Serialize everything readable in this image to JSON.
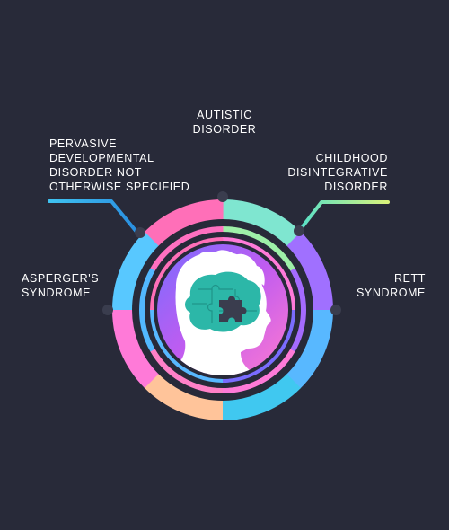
{
  "categories": [
    {
      "id": "autistic",
      "lines": [
        "AUTISTIC",
        "DISORDER"
      ]
    },
    {
      "id": "pdd",
      "lines": [
        "PERVASIVE",
        "DEVELOPMENTAL",
        "DISORDER NOT",
        "OTHERWISE SPECIFIED"
      ]
    },
    {
      "id": "cdd",
      "lines": [
        "CHILDHOOD",
        "DISINTEGRATIVE",
        "DISORDER"
      ]
    },
    {
      "id": "asperger",
      "lines": [
        "ASPERGER'S",
        "SYNDROME"
      ]
    },
    {
      "id": "rett",
      "lines": [
        "RETT",
        "SYNDROME"
      ]
    }
  ],
  "colors": {
    "background": "#282a39",
    "connector_autistic": "#f48fb1",
    "connector_pdd": "#3fc2f0",
    "connector_cdd": "#b8e986",
    "connector_asperger": "#3fc2f0",
    "connector_rett": "#5b8cff",
    "ring_pink": "#ff6ec7",
    "ring_blue": "#46b3ff",
    "ring_teal": "#57e0c8",
    "ring_purple": "#a46bff",
    "head_fill": "#ffffff",
    "brain_fill": "#2cb7a8",
    "puzzle_dark": "#3a3d4e"
  },
  "icons": [
    "child-head-silhouette",
    "brain-puzzle-icon"
  ]
}
